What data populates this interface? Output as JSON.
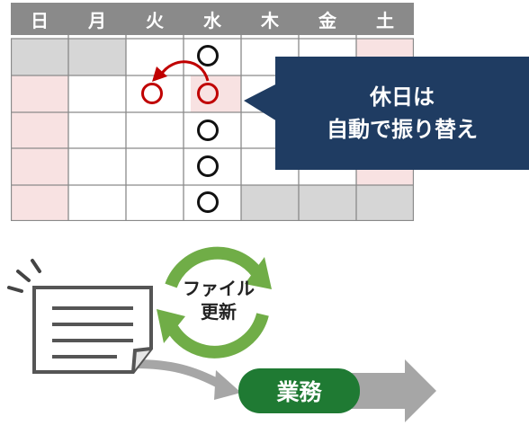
{
  "calendar": {
    "weekdays": [
      "日",
      "月",
      "火",
      "水",
      "木",
      "金",
      "土"
    ]
  },
  "callout": {
    "line1": "休日は",
    "line2": "自動で振り替え"
  },
  "cycle": {
    "line1": "ファイル",
    "line2": "更新"
  },
  "task": {
    "label": "業務"
  },
  "colors": {
    "header_gray": "#8a8a8a",
    "callout_navy": "#1f3c62",
    "holiday_pink": "#f8e2e2",
    "arrow_red": "#c00000",
    "cycle_green": "#70ad47",
    "pill_green": "#1f7a33"
  }
}
